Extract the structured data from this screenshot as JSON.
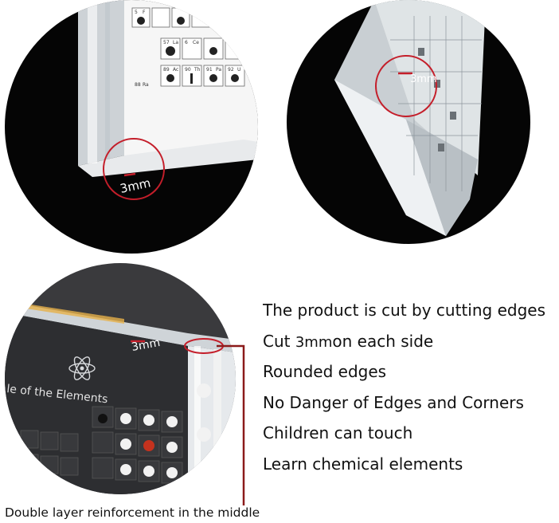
{
  "callouts": {
    "top_left": "3mm",
    "top_right": "3mm",
    "bottom_left": "3mm"
  },
  "table": {
    "title_fragment": "le of the Elements",
    "cells": [
      {
        "number": "5",
        "symbol": "F"
      },
      {
        "number": "6",
        "symbol": "Ce"
      },
      {
        "number": "57",
        "symbol": "La"
      },
      {
        "number": "88",
        "symbol": "Ra"
      },
      {
        "number": "89",
        "symbol": "Ac"
      },
      {
        "number": "90",
        "symbol": "Th"
      },
      {
        "number": "91",
        "symbol": "Pa"
      },
      {
        "number": "92",
        "symbol": "U"
      }
    ]
  },
  "features": {
    "line1": "The product is cut by cutting edges",
    "line2_prefix": "Cut",
    "line2_value": "3mm",
    "line2_suffix": "on each side",
    "line3": "Rounded edges",
    "line4": "No Danger of Edges and Corners",
    "line5": "Children can touch",
    "line6": "Learn chemical elements"
  },
  "caption": "Double layer reinforcement in the middle",
  "colors": {
    "circle_bg": "#050505",
    "callout_red": "#c41e2a",
    "leader_red": "#8b1a1a",
    "text": "#111111"
  }
}
